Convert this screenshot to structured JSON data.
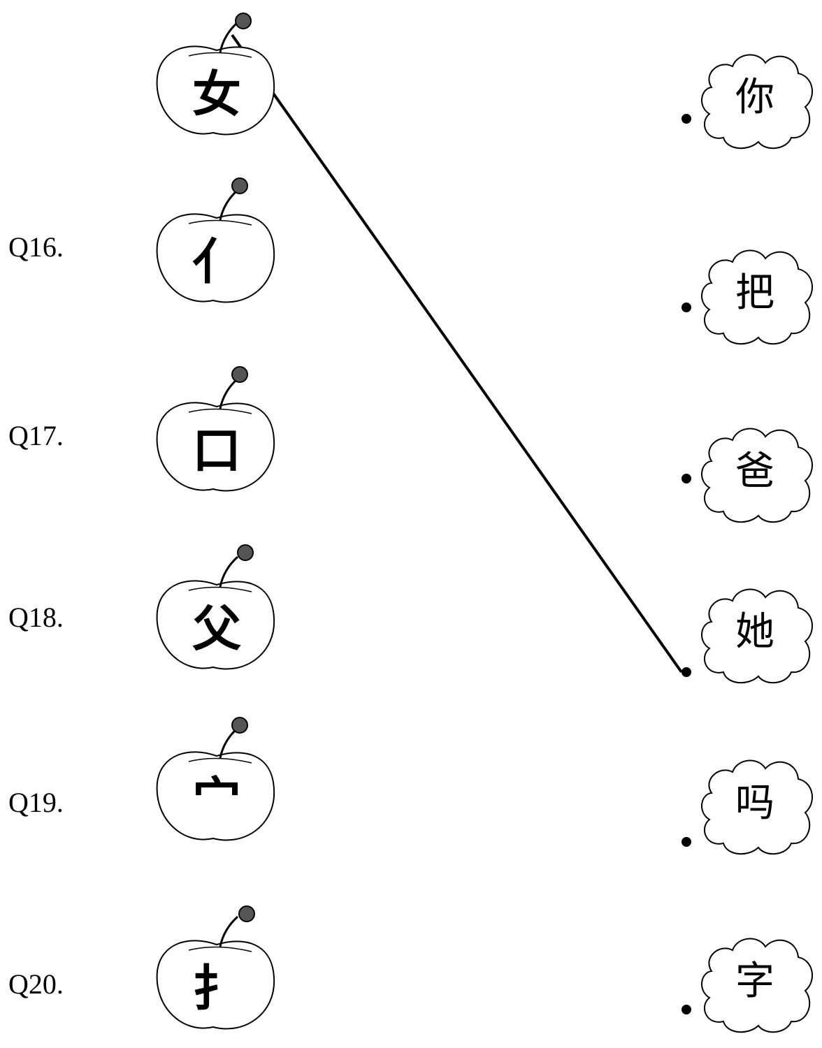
{
  "questions": [
    {
      "label": "",
      "radical": "女"
    },
    {
      "label": "Q16.",
      "radical": "亻"
    },
    {
      "label": "Q17.",
      "radical": "口"
    },
    {
      "label": "Q18.",
      "radical": "父"
    },
    {
      "label": "Q19.",
      "radical": "宀"
    },
    {
      "label": "Q20.",
      "radical": "扌"
    }
  ],
  "answers": [
    {
      "word": "你"
    },
    {
      "word": "把"
    },
    {
      "word": "爸"
    },
    {
      "word": "她"
    },
    {
      "word": "吗"
    },
    {
      "word": "字"
    }
  ],
  "colors": {
    "ink": "#000000",
    "stem_dot": "#555555",
    "paper": "#ffffff"
  }
}
